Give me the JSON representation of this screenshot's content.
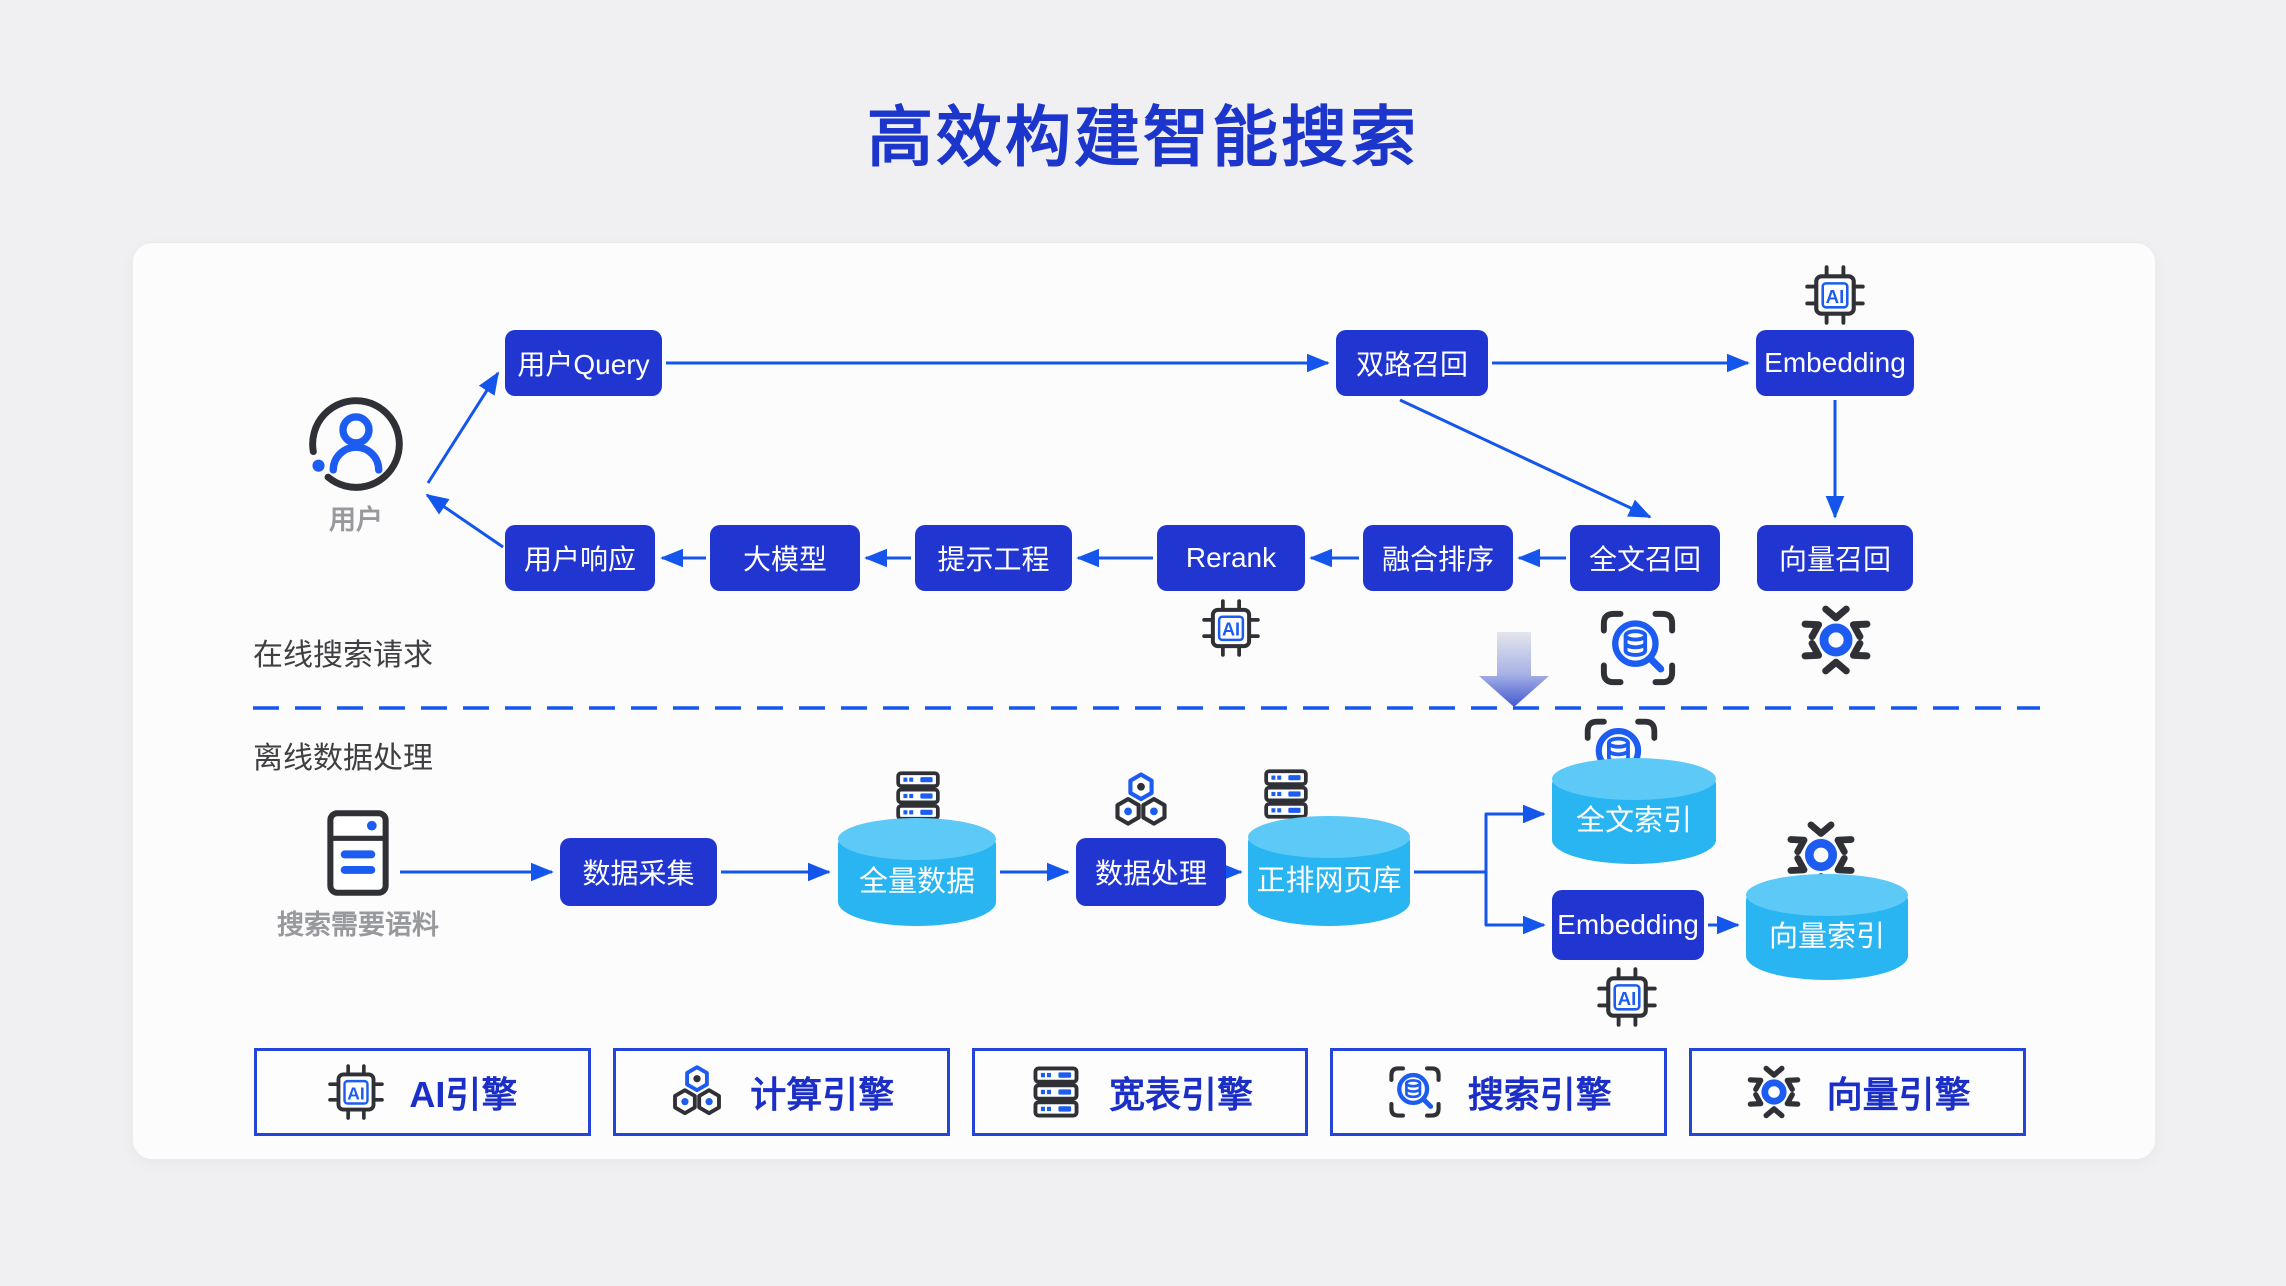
{
  "title": "高效构建智能搜索",
  "sections": {
    "online_label": "在线搜索请求",
    "offline_label": "离线数据处理"
  },
  "actors": {
    "user_label": "用户",
    "corpus_label": "搜索需要语料"
  },
  "online": {
    "user_query": "用户Query",
    "dual_recall": "双路召回",
    "embedding": "Embedding",
    "user_response": "用户响应",
    "llm": "大模型",
    "prompt_engineering": "提示工程",
    "rerank": "Rerank",
    "fusion_ranking": "融合排序",
    "fulltext_recall": "全文召回",
    "vector_recall": "向量召回"
  },
  "offline": {
    "data_collection": "数据采集",
    "full_data": "全量数据",
    "data_processing": "数据处理",
    "forward_web_db": "正排网页库",
    "fulltext_index": "全文索引",
    "embedding": "Embedding",
    "vector_index": "向量索引"
  },
  "legend": [
    {
      "icon": "ai-chip-icon",
      "label": "AI引擎"
    },
    {
      "icon": "compute-icon",
      "label": "计算引擎"
    },
    {
      "icon": "wide-table-icon",
      "label": "宽表引擎"
    },
    {
      "icon": "search-engine-icon",
      "label": "搜索引擎"
    },
    {
      "icon": "vector-engine-icon",
      "label": "向量引擎"
    }
  ],
  "icons": {
    "ai_chip_text": "AI"
  },
  "colors": {
    "title_blue": "#1c35cb",
    "node_blue": "#2135d1",
    "cylinder_blue": "#29b4f2",
    "arrow_blue": "#1456ec",
    "icon_blue": "#1c5cf0",
    "icon_dark": "#2f3136",
    "background": "#f0f0f2"
  }
}
